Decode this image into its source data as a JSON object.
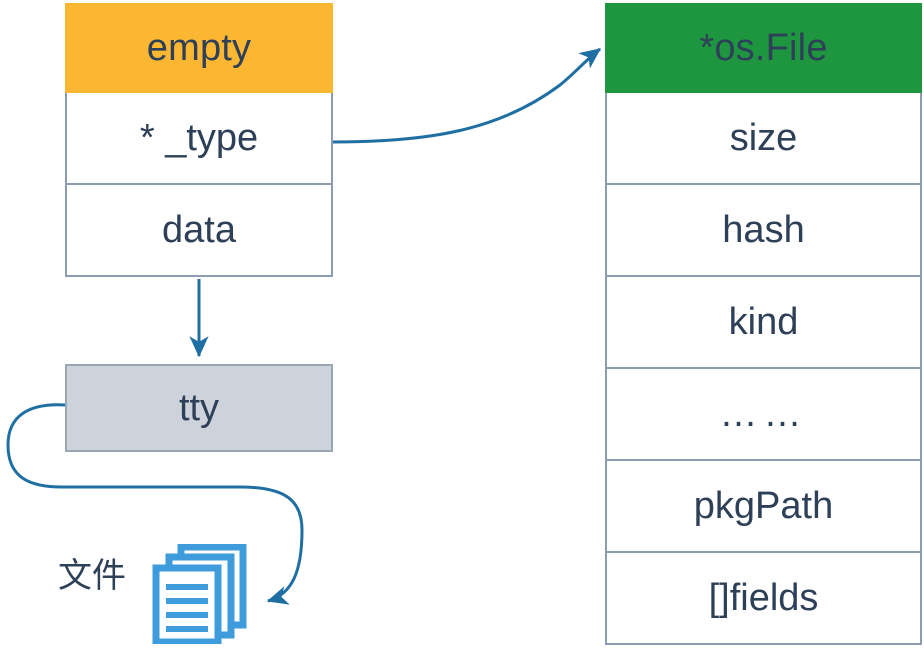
{
  "diagram": {
    "title": "Go interface to concrete type diagram",
    "colors": {
      "empty_header_bg": "#FBB731",
      "osfile_header_bg": "#1E9640",
      "tty_bg": "#CED3DB",
      "border": "#8B9CB3",
      "text": "#2E4057",
      "arrow": "#1F6FA3",
      "file_icon": "#3E9BDC"
    }
  },
  "empty_struct": {
    "header": "empty",
    "rows": [
      {
        "label": "* _type"
      },
      {
        "label": "data"
      }
    ]
  },
  "osfile_struct": {
    "header": "*os.File",
    "rows": [
      {
        "label": "size"
      },
      {
        "label": "hash"
      },
      {
        "label": "kind"
      },
      {
        "label": "……"
      },
      {
        "label": "pkgPath"
      },
      {
        "label": "[]fields"
      }
    ]
  },
  "tty_box": {
    "label": "tty"
  },
  "file_label": {
    "text": "文件"
  },
  "connections": [
    {
      "name": "type-to-osfile",
      "from": "* _type",
      "to": "*os.File",
      "style": "curved-arrow"
    },
    {
      "name": "data-to-tty",
      "from": "data",
      "to": "tty",
      "style": "straight-arrow-down"
    },
    {
      "name": "tty-to-file",
      "from": "tty",
      "to": "文件",
      "style": "looping-arrow"
    }
  ]
}
